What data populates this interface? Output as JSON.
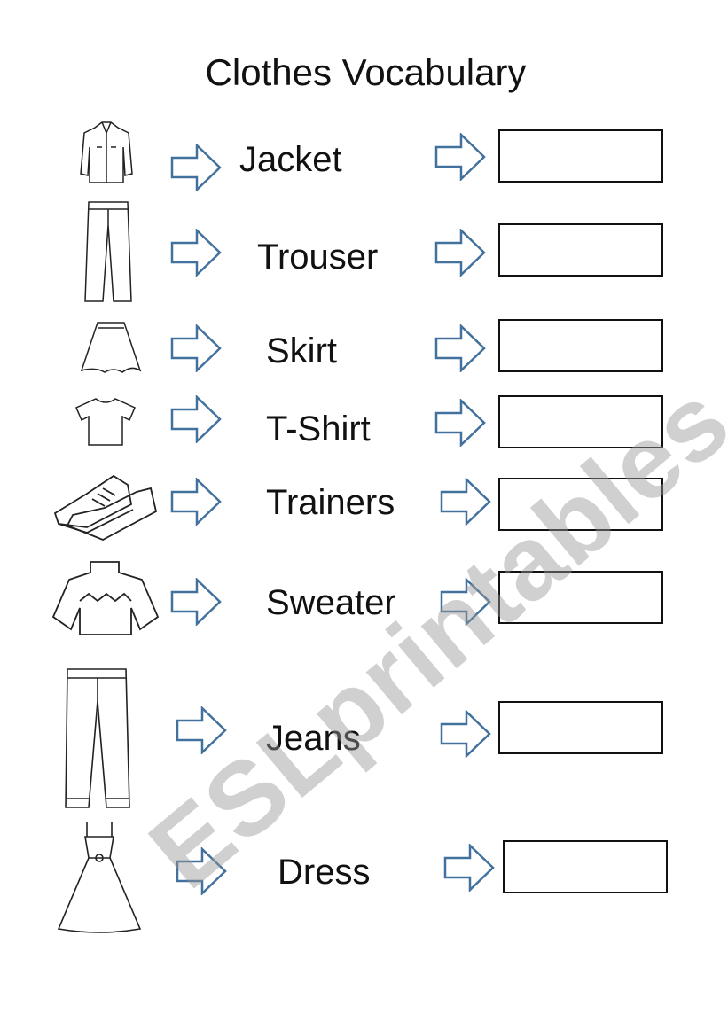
{
  "title": "Clothes Vocabulary",
  "watermark": "ESLprintables.com",
  "arrow_color": "#41719c",
  "items": [
    {
      "word": "Jacket",
      "icon": "jacket-icon",
      "answer": ""
    },
    {
      "word": "Trouser",
      "icon": "trousers-icon",
      "answer": ""
    },
    {
      "word": "Skirt",
      "icon": "skirt-icon",
      "answer": ""
    },
    {
      "word": "T-Shirt",
      "icon": "tshirt-icon",
      "answer": ""
    },
    {
      "word": "Trainers",
      "icon": "trainers-icon",
      "answer": ""
    },
    {
      "word": "Sweater",
      "icon": "sweater-icon",
      "answer": ""
    },
    {
      "word": "Jeans",
      "icon": "jeans-icon",
      "answer": ""
    },
    {
      "word": "Dress",
      "icon": "dress-icon",
      "answer": ""
    }
  ]
}
